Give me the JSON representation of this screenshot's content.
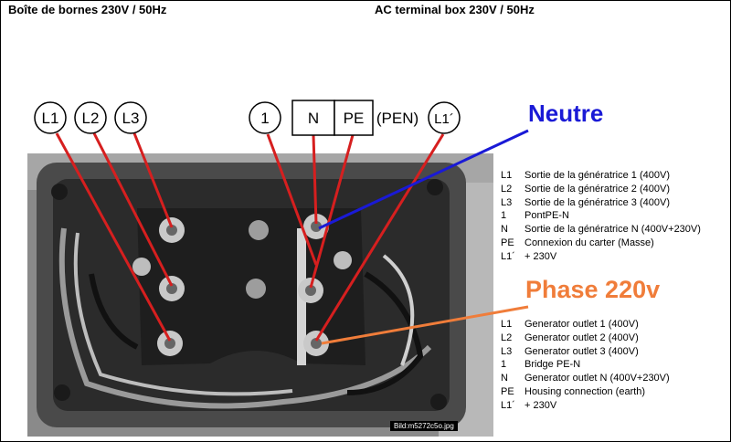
{
  "titles": {
    "fr": "Boîte de bornes 230V / 50Hz",
    "en": "AC terminal box 230V / 50Hz"
  },
  "terminal_labels": {
    "l1": "L1",
    "l2": "L2",
    "l3": "L3",
    "one": "1",
    "n": "N",
    "pe": "PE",
    "pen": "(PEN)",
    "l1p": "L1´"
  },
  "callouts": {
    "neutre": "Neutre",
    "phase": "Phase 220v"
  },
  "colors": {
    "red_lines": "#d61f1f",
    "neutre_blue": "#1a1ad6",
    "phase_orange": "#f07d3a",
    "box_dark": "#2b2b2b"
  },
  "legend_fr": [
    {
      "key": "L1",
      "text": "Sortie de la génératrice 1 (400V)"
    },
    {
      "key": "L2",
      "text": "Sortie de la génératrice 2 (400V)"
    },
    {
      "key": "L3",
      "text": "Sortie de la génératrice 3 (400V)"
    },
    {
      "key": "1",
      "text": "PontPE-N"
    },
    {
      "key": "N",
      "text": "Sortie de la génératrice N (400V+230V)"
    },
    {
      "key": "PE",
      "text": "Connexion du carter (Masse)"
    },
    {
      "key": "L1´",
      "text": "+ 230V"
    }
  ],
  "legend_en": [
    {
      "key": "L1",
      "text": "Generator outlet 1 (400V)"
    },
    {
      "key": "L2",
      "text": "Generator outlet 2 (400V)"
    },
    {
      "key": "L3",
      "text": "Generator outlet 3 (400V)"
    },
    {
      "key": "1",
      "text": "Bridge PE-N"
    },
    {
      "key": "N",
      "text": "Generator outlet N (400V+230V)"
    },
    {
      "key": "PE",
      "text": "Housing connection (earth)"
    },
    {
      "key": "L1´",
      "text": "+ 230V"
    }
  ],
  "photo_caption": "Bild:m5272c5o.jpg"
}
